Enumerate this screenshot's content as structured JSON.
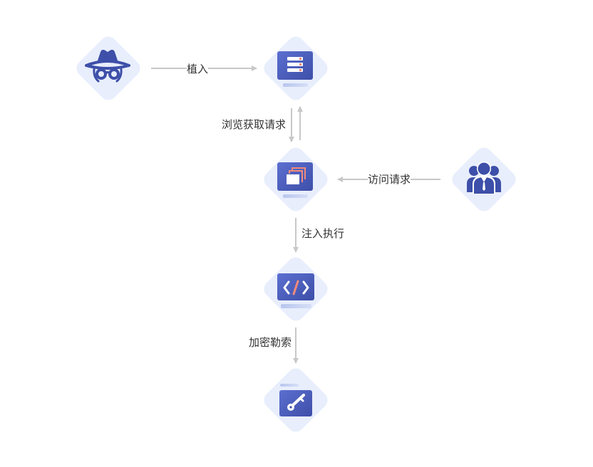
{
  "colors": {
    "node_background": "#e8eefc",
    "icon_primary": "#3d4fa8",
    "icon_gradient_end": "#5c6fd0",
    "icon_accent": "#f28a7a",
    "icon_light_bar": "#b8c6ee",
    "edge_line": "#c8c8c8",
    "label_text": "#333333"
  },
  "nodes": [
    {
      "id": "hacker",
      "icon": "spy-hacker-icon"
    },
    {
      "id": "web-server",
      "icon": "server-icon"
    },
    {
      "id": "browser",
      "icon": "browser-windows-icon"
    },
    {
      "id": "code",
      "icon": "code-icon"
    },
    {
      "id": "ransom",
      "icon": "key-folder-icon"
    },
    {
      "id": "users",
      "icon": "user-group-icon"
    }
  ],
  "edges": [
    {
      "id": "implant",
      "label": "植入"
    },
    {
      "id": "browse-request",
      "label": "浏览获取请求"
    },
    {
      "id": "visit-request",
      "label": "访问请求"
    },
    {
      "id": "inject-execute",
      "label": "注入执行"
    },
    {
      "id": "encrypt-ransom",
      "label": "加密勒索"
    }
  ]
}
